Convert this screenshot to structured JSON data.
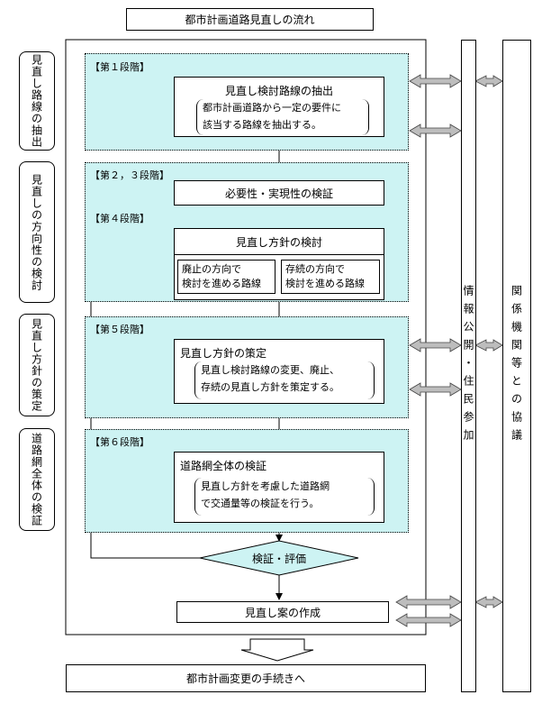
{
  "title": "都市計画道路見直しの流れ",
  "side_labels": [
    "見直し路線の抽出",
    "見直しの方向性の検討",
    "見直し方針の策定",
    "道路網全体の検証"
  ],
  "right_columns": [
    "情報公開・住民参加",
    "関係機関等との協議"
  ],
  "stages": {
    "s1": "【第１段階】",
    "s23": "【第２，３段階】",
    "s4": "【第４段階】",
    "s5": "【第５段階】",
    "s6": "【第６段階】"
  },
  "boxes": {
    "extract_title": "見直し検討路線の抽出",
    "extract_line1": "都市計画道路から一定の要件に",
    "extract_line2": "該当する路線を抽出する。",
    "necessity": "必要性・実現性の検証",
    "policy_review": "見直し方針の検討",
    "abolish_line1": "廃止の方向で",
    "abolish_line2": "検討を進める路線",
    "continue_line1": "存続の方向で",
    "continue_line2": "検討を進める路線",
    "policy_set_title": "見直し方針の策定",
    "policy_set_line1": "見直し検討路線の変更、廃止、",
    "policy_set_line2": "存続の見直し方針を策定する。",
    "network_title": "道路網全体の検証",
    "network_line1": "見直し方針を考慮した道路網",
    "network_line2": "で交通量等の検証を行う。",
    "evaluation": "検証・評価",
    "draft": "見直し案の作成",
    "final": "都市計画変更の手続きへ"
  }
}
